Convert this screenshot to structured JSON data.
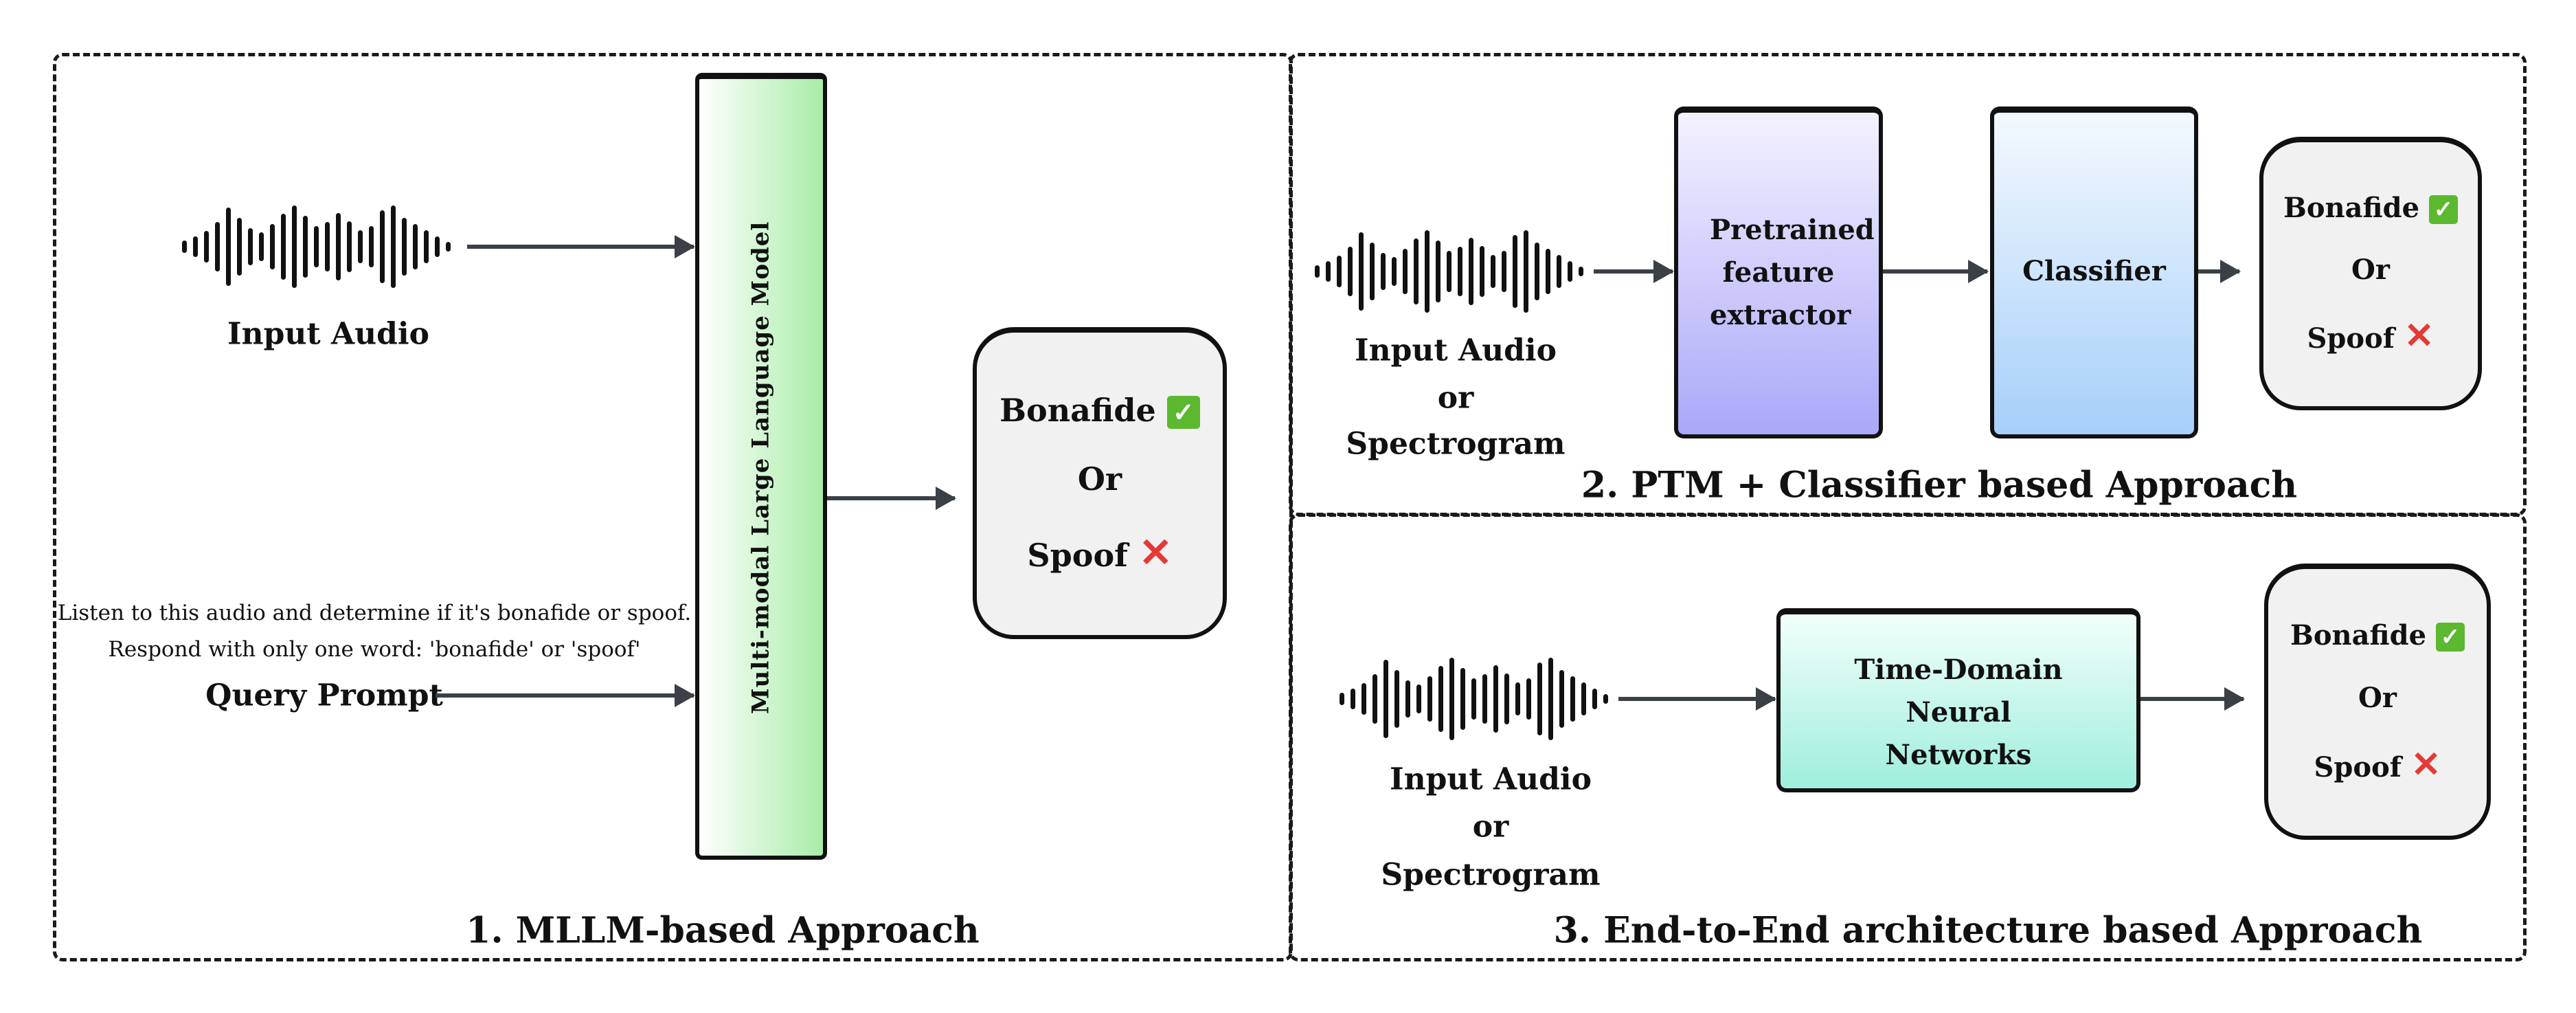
{
  "panels": [
    {
      "title": "1.  MLLM-based Approach",
      "input_label": "Input Audio",
      "model_label": "Multi-modal Large Language Model",
      "prompt_text_line1": "Listen to this audio and determine if it's bonafide or spoof.",
      "prompt_text_line2": "Respond with only one word: 'bonafide' or 'spoof'",
      "prompt_label": "Query Prompt",
      "output": {
        "bonafide": "Bonafide",
        "or": "Or",
        "spoof": "Spoof",
        "bonafide_icon": "check-mark-icon",
        "spoof_icon": "cross-mark-icon"
      }
    },
    {
      "title": "2. PTM + Classifier based Approach",
      "input_label_lines": [
        "Input Audio",
        "or",
        "Spectrogram"
      ],
      "feature_extractor_label": "Pretrained feature extractor",
      "classifier_label": "Classifier",
      "output": {
        "bonafide": "Bonafide",
        "or": "Or",
        "spoof": "Spoof"
      }
    },
    {
      "title": "3.  End-to-End architecture based Approach",
      "input_label_lines": [
        "Input Audio",
        "or",
        "Spectrogram"
      ],
      "network_label": "Time-Domain Neural Networks",
      "output": {
        "bonafide": "Bonafide",
        "or": "Or",
        "spoof": "Spoof"
      }
    }
  ],
  "colors": {
    "llm_gradient": [
      "#ffffff",
      "#a8eda8"
    ],
    "ptm_gradient": [
      "#f4f2ff",
      "#aaa8f8"
    ],
    "classifier_gradient": [
      "#f4f9ff",
      "#a6cff9"
    ],
    "tdnn_gradient": [
      "#f2fffc",
      "#9feedd"
    ],
    "output_bg": "#f1f1f1",
    "check": "#5cb82f",
    "cross": "#e53935",
    "arrow": "#3b4047"
  }
}
